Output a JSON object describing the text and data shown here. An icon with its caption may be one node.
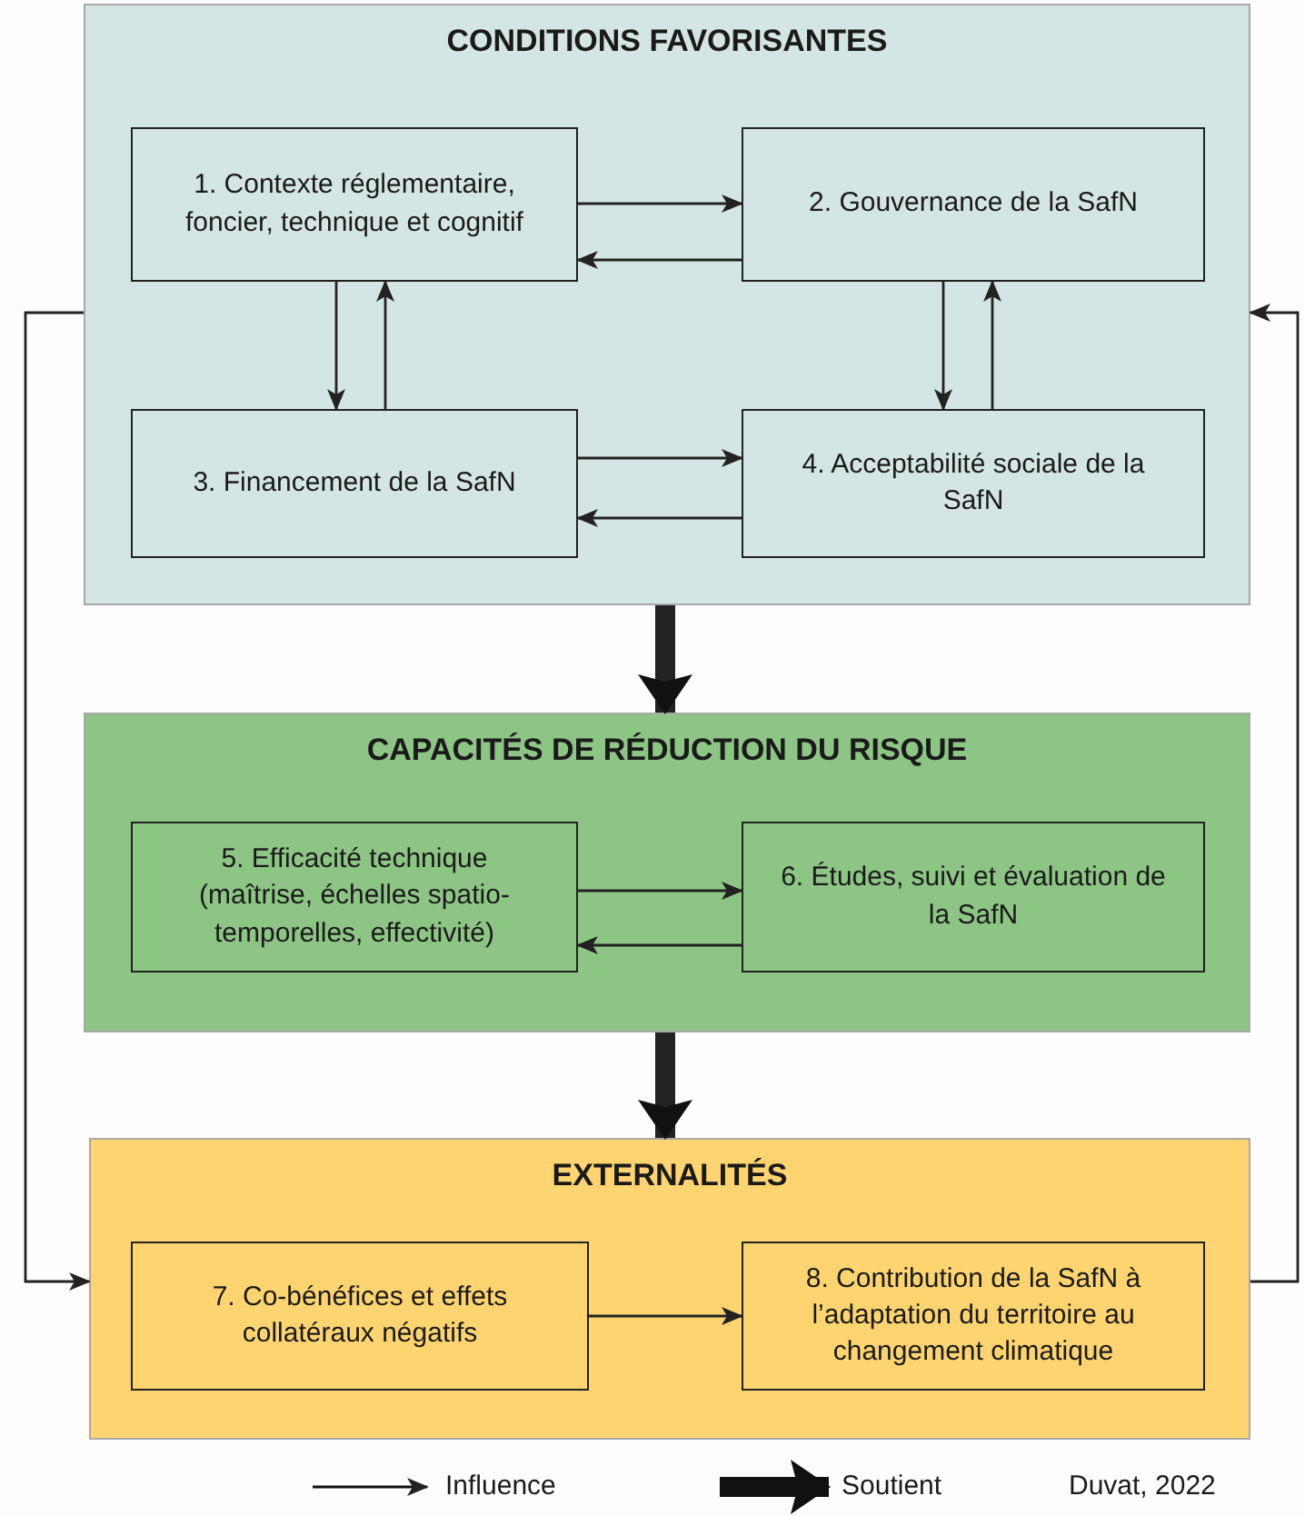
{
  "diagram": {
    "nodes": [
      {
        "text": [
          "CONDITIONS FAVORISANTES"
        ]
      },
      {
        "text": [
          "1. Contexte réglementaire, foncier, technique et cognitif"
        ],
        "in": 0
      },
      {
        "text": [
          "2. Gouvernance de la SafN"
        ],
        "in": 0
      },
      {
        "text": [
          "3. Financement de la SafN"
        ],
        "in": 0
      },
      {
        "text": [
          "4. Acceptabilité sociale de la SafN"
        ],
        "in": 0
      },
      {
        "text": [
          "CAPACITÉS DE RÉDUCTION DU RISQUE"
        ]
      },
      {
        "text": [
          "5. Efficacité technique (maîtrise, échelles spatio-temporelles, effectivité)"
        ],
        "in": 5
      },
      {
        "text": [
          "6. Études, suivi et évaluation de la SafN"
        ],
        "in": 5
      },
      {
        "text": [
          "EXTERNALITÉS"
        ]
      },
      {
        "text": [
          "7. Co-bénéfices et effets collatéraux négatifs"
        ],
        "in": 8
      },
      {
        "text": [
          "8. Contribution de la SafN à l’adaptation du territoire au changement climatique"
        ],
        "in": 8
      }
    ],
    "edges": [
      {
        "from": 1,
        "to": 2,
        "arrow": "to"
      },
      {
        "from": 2,
        "to": 1,
        "arrow": "to"
      },
      {
        "from": 1,
        "to": 3,
        "arrow": "to"
      },
      {
        "from": 3,
        "to": 1,
        "arrow": "to"
      },
      {
        "from": 2,
        "to": 4,
        "arrow": "to"
      },
      {
        "from": 4,
        "to": 2,
        "arrow": "to"
      },
      {
        "from": 3,
        "to": 4,
        "arrow": "to"
      },
      {
        "from": 4,
        "to": 3,
        "arrow": "to"
      },
      {
        "from": 0,
        "to": 5,
        "arrow": "to",
        "style": "thick"
      },
      {
        "from": 6,
        "to": 7,
        "arrow": "to"
      },
      {
        "from": 7,
        "to": 6,
        "arrow": "to"
      },
      {
        "from": 5,
        "to": 8,
        "arrow": "to",
        "style": "thick"
      },
      {
        "from": 9,
        "to": 10,
        "arrow": "to"
      },
      {
        "from": 0,
        "to": 8,
        "arrow": "to"
      },
      {
        "from": 8,
        "to": 0,
        "arrow": "to"
      }
    ],
    "labels": [
      "Duvat, 2022"
    ],
    "legend": [
      {
        "text": "Influence"
      },
      {
        "text": "Soutient"
      }
    ]
  }
}
